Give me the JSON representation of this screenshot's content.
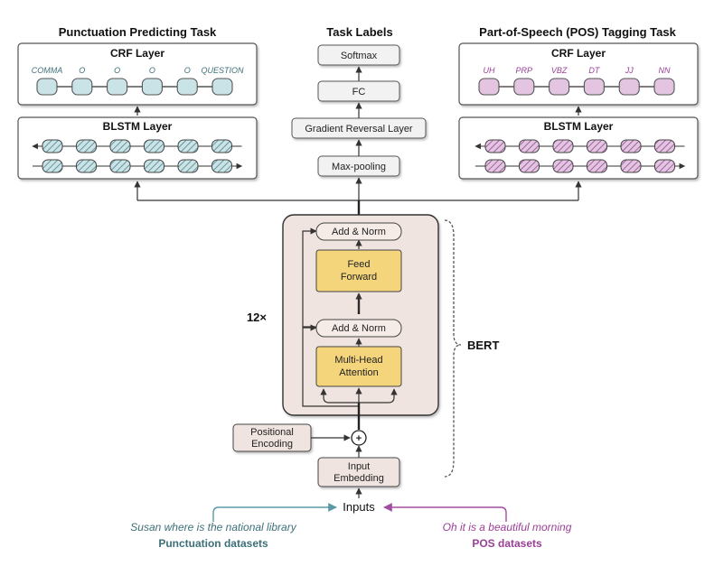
{
  "left_task": {
    "title": "Punctuation Predicting Task",
    "crf_title": "CRF Layer",
    "blstm_title": "BLSTM Layer",
    "tags": [
      "COMMA",
      "O",
      "O",
      "O",
      "O",
      "QUESTION"
    ]
  },
  "right_task": {
    "title": "Part-of-Speech (POS) Tagging Task",
    "crf_title": "CRF Layer",
    "blstm_title": "BLSTM Layer",
    "tags": [
      "UH",
      "PRP",
      "VBZ",
      "DT",
      "JJ",
      "NN"
    ]
  },
  "center": {
    "title": "Task Labels",
    "softmax": "Softmax",
    "fc": "FC",
    "grl": "Gradient Reversal Layer",
    "maxpool": "Max-pooling"
  },
  "bert": {
    "add_norm_top": "Add & Norm",
    "feed_forward_1": "Feed",
    "feed_forward_2": "Forward",
    "add_norm_bottom": "Add & Norm",
    "mha_1": "Multi-Head",
    "mha_2": "Attention",
    "repeat": "12×",
    "brace_label": "BERT",
    "plus": "+"
  },
  "inputs": {
    "positional_1": "Positional",
    "positional_2": "Encoding",
    "embedding_1": "Input",
    "embedding_2": "Embedding",
    "label": "Inputs"
  },
  "datasets": {
    "punct_example": "Susan where is the national library",
    "punct_name": "Punctuation datasets",
    "pos_example": "Oh it is a beautiful morning",
    "pos_name": "POS datasets"
  },
  "colors": {
    "punct_teal": "#c9e3e6",
    "punct_text": "#3d6f78",
    "pos_purple": "#e3c4e1",
    "pos_text": "#9a3f96",
    "bert_bg": "#efe4df",
    "yellow": "#f4d57c"
  }
}
